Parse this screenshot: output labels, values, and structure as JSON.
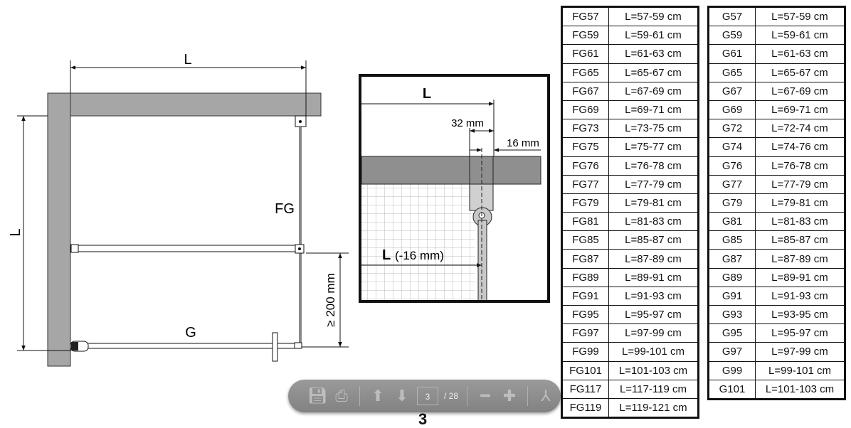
{
  "diagram": {
    "dim_top": "L",
    "dim_left": "L",
    "label_fg": "FG",
    "label_g": "G",
    "dim_min": "≥ 200 mm"
  },
  "detail": {
    "dim_l": "L",
    "dim_32": "32 mm",
    "dim_16": "16 mm",
    "dim_l16_l": "L",
    "dim_l16_rest": "(-16 mm)"
  },
  "table_fg": [
    [
      "FG57",
      "L=57-59 cm"
    ],
    [
      "FG59",
      "L=59-61 cm"
    ],
    [
      "FG61",
      "L=61-63 cm"
    ],
    [
      "FG65",
      "L=65-67 cm"
    ],
    [
      "FG67",
      "L=67-69 cm"
    ],
    [
      "FG69",
      "L=69-71 cm"
    ],
    [
      "FG73",
      "L=73-75 cm"
    ],
    [
      "FG75",
      "L=75-77 cm"
    ],
    [
      "FG76",
      "L=76-78 cm"
    ],
    [
      "FG77",
      "L=77-79 cm"
    ],
    [
      "FG79",
      "L=79-81 cm"
    ],
    [
      "FG81",
      "L=81-83 cm"
    ],
    [
      "FG85",
      "L=85-87 cm"
    ],
    [
      "FG87",
      "L=87-89 cm"
    ],
    [
      "FG89",
      "L=89-91 cm"
    ],
    [
      "FG91",
      "L=91-93 cm"
    ],
    [
      "FG95",
      "L=95-97 cm"
    ],
    [
      "FG97",
      "L=97-99 cm"
    ],
    [
      "FG99",
      "L=99-101 cm"
    ],
    [
      "FG101",
      "L=101-103 cm"
    ],
    [
      "FG117",
      "L=117-119 cm"
    ],
    [
      "FG119",
      "L=119-121 cm"
    ]
  ],
  "table_g": [
    [
      "G57",
      "L=57-59 cm"
    ],
    [
      "G59",
      "L=59-61 cm"
    ],
    [
      "G61",
      "L=61-63 cm"
    ],
    [
      "G65",
      "L=65-67 cm"
    ],
    [
      "G67",
      "L=67-69 cm"
    ],
    [
      "G69",
      "L=69-71 cm"
    ],
    [
      "G72",
      "L=72-74 cm"
    ],
    [
      "G74",
      "L=74-76 cm"
    ],
    [
      "G76",
      "L=76-78 cm"
    ],
    [
      "G77",
      "L=77-79 cm"
    ],
    [
      "G79",
      "L=79-81 cm"
    ],
    [
      "G81",
      "L=81-83 cm"
    ],
    [
      "G85",
      "L=85-87 cm"
    ],
    [
      "G87",
      "L=87-89 cm"
    ],
    [
      "G89",
      "L=89-91 cm"
    ],
    [
      "G91",
      "L=91-93 cm"
    ],
    [
      "G93",
      "L=93-95 cm"
    ],
    [
      "G95",
      "L=95-97 cm"
    ],
    [
      "G97",
      "L=97-99 cm"
    ],
    [
      "G99",
      "L=99-101 cm"
    ],
    [
      "G101",
      "L=101-103 cm"
    ]
  ],
  "toolbar": {
    "page_current": "3",
    "page_total": "/ 28"
  },
  "page_number": "3"
}
